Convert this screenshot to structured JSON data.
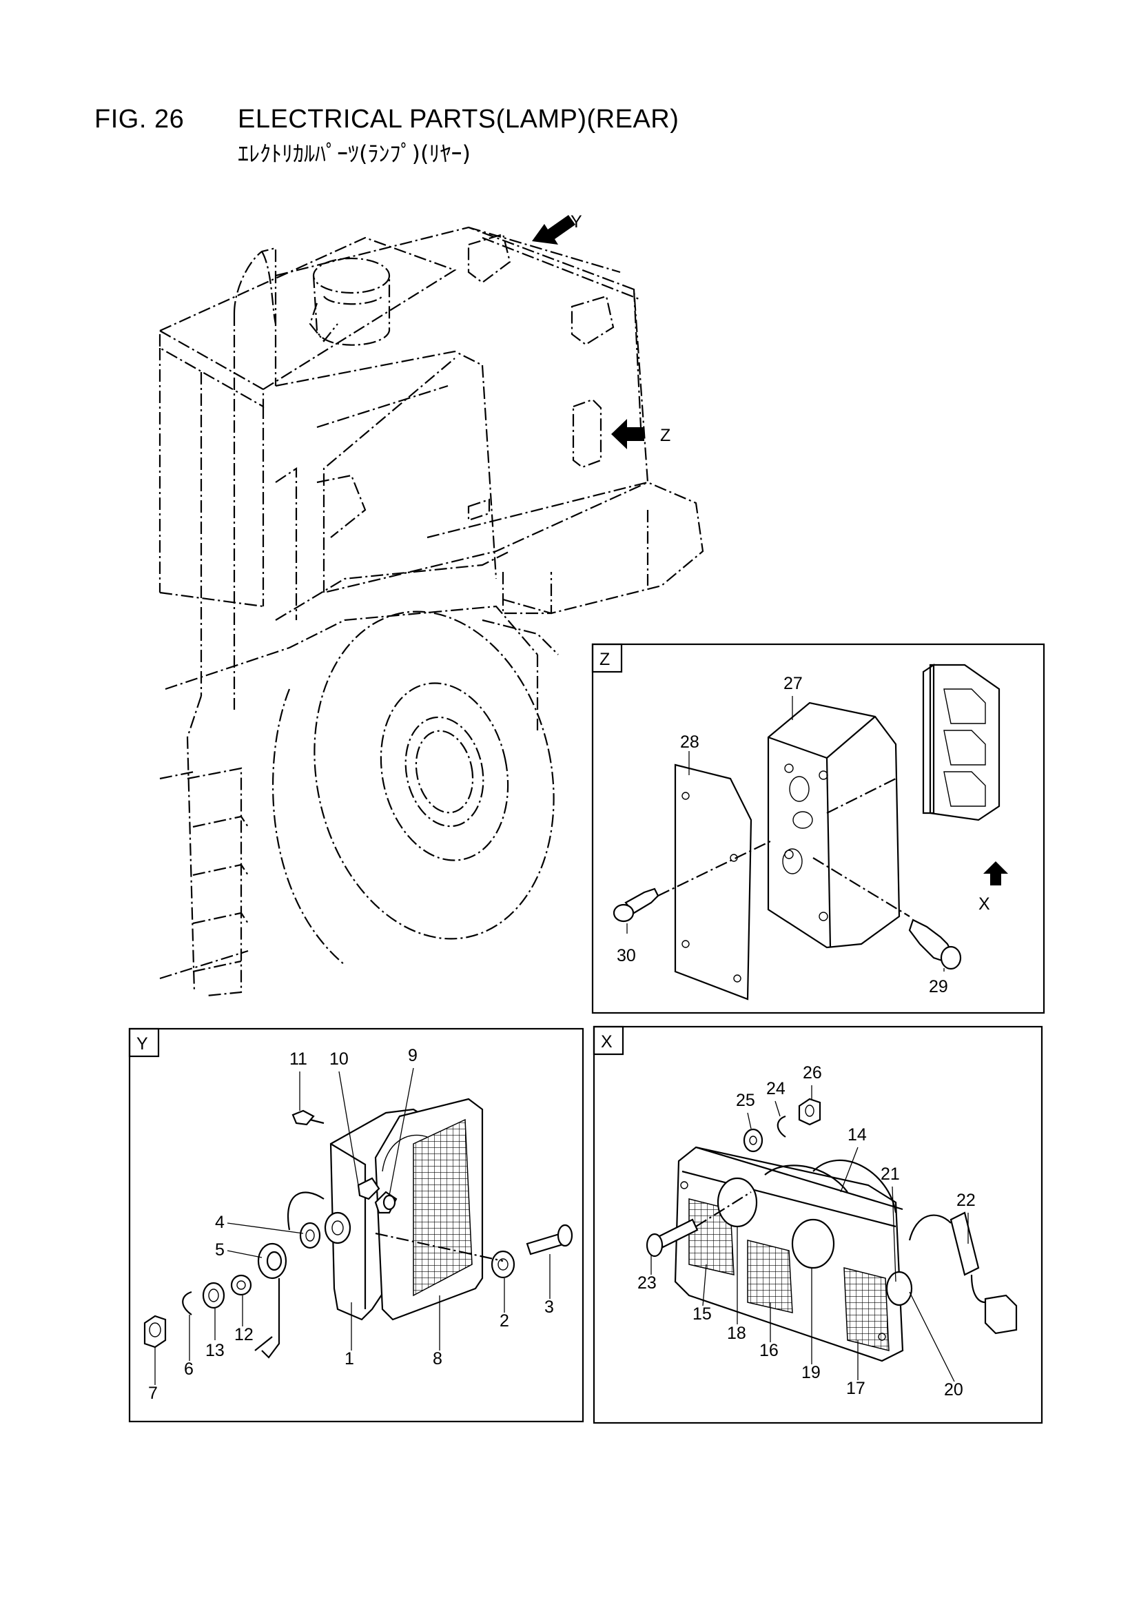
{
  "header": {
    "fig_no": "FIG. 26",
    "title": "ELECTRICAL PARTS(LAMP)(REAR)",
    "subtitle": "ｴﾚｸﾄﾘｶﾙﾊﾟｰﾂ(ﾗﾝﾌﾟ)(ﾘﾔｰ)"
  },
  "view_arrows": {
    "y": "Y",
    "z": "Z",
    "x": "X"
  },
  "panels": {
    "z": {
      "label": "Z",
      "parts": {
        "p27": "27",
        "p28": "28",
        "p29": "29",
        "p30": "30"
      },
      "arrow_label": "X"
    },
    "y": {
      "label": "Y",
      "parts": {
        "p1": "1",
        "p2": "2",
        "p3": "3",
        "p4": "4",
        "p5": "5",
        "p6": "6",
        "p7": "7",
        "p8": "8",
        "p9": "9",
        "p10": "10",
        "p11": "11",
        "p12": "12",
        "p13": "13"
      }
    },
    "x": {
      "label": "X",
      "parts": {
        "p14": "14",
        "p15": "15",
        "p16": "16",
        "p17": "17",
        "p18": "18",
        "p19": "19",
        "p20": "20",
        "p21": "21",
        "p22": "22",
        "p23": "23",
        "p24": "24",
        "p25": "25",
        "p26": "26"
      }
    }
  }
}
